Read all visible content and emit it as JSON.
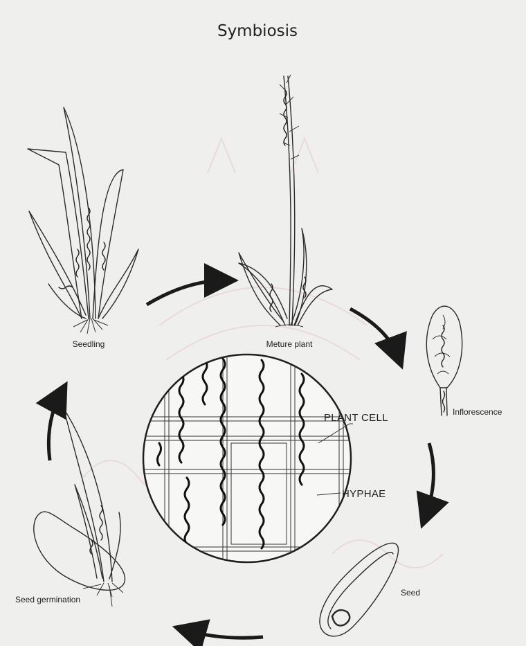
{
  "title": "Symbiosis",
  "stages": {
    "seedling": "Seedling",
    "mature_plant": "Meture plant",
    "inflorescence": "Inflorescence",
    "seed": "Seed",
    "seed_germination": "Seed germination"
  },
  "callouts": {
    "plant_cell": "PLANT CELL",
    "hyphae": "HYPHAE"
  },
  "colors": {
    "ink": "#2a2a2a",
    "paper": "#efefed",
    "watermark": "#e6c7cf"
  }
}
